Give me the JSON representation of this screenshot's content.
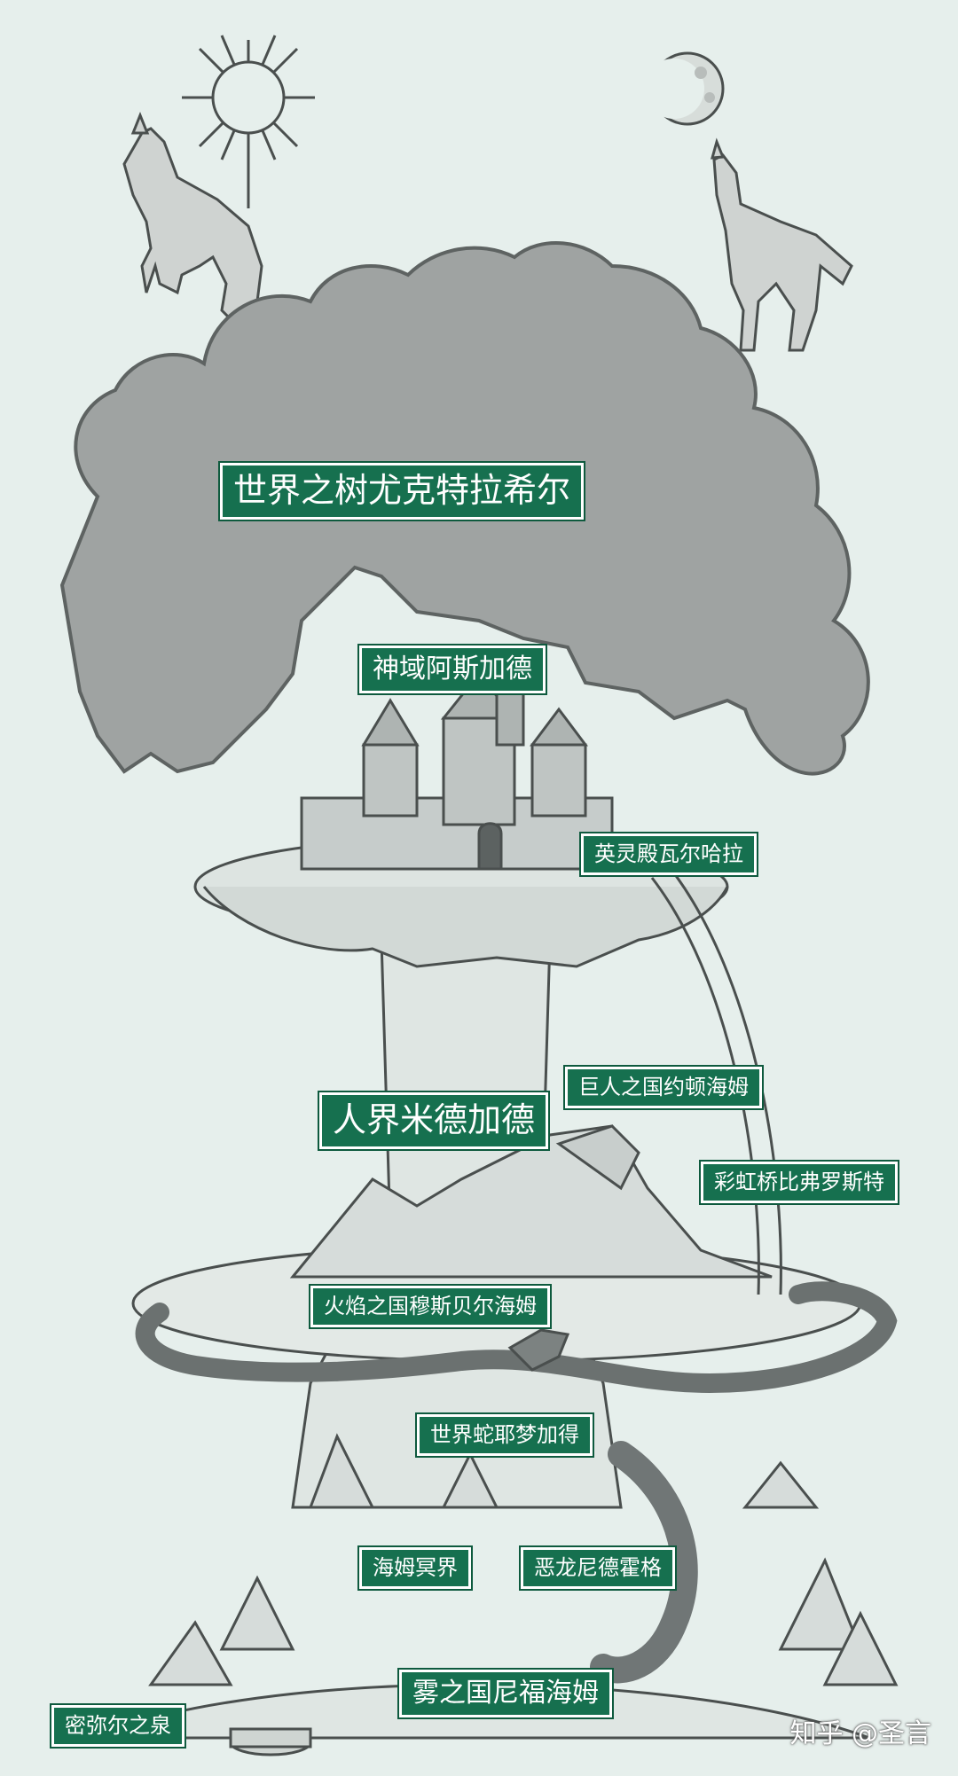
{
  "labels": {
    "yggdrasil": "世界之树尤克特拉希尔",
    "asgard": "神域阿斯加德",
    "valhalla": "英灵殿瓦尔哈拉",
    "jotunheim": "巨人之国约顿海姆",
    "midgard": "人界米德加德",
    "bifrost": "彩虹桥比弗罗斯特",
    "muspelheim": "火焰之国穆斯贝尔海姆",
    "jormungandr": "世界蛇耶梦加得",
    "helheim": "海姆冥界",
    "nidhogg": "恶龙尼德霍格",
    "niflheim": "雾之国尼福海姆",
    "mimir_well": "密弥尔之泉"
  },
  "watermark": "知乎 @圣言",
  "colors": {
    "background": "#e6efec",
    "label_fill": "#16704f",
    "label_text": "#ffffff",
    "canopy": "#9fa3a2",
    "line": "#4a4f4e"
  }
}
